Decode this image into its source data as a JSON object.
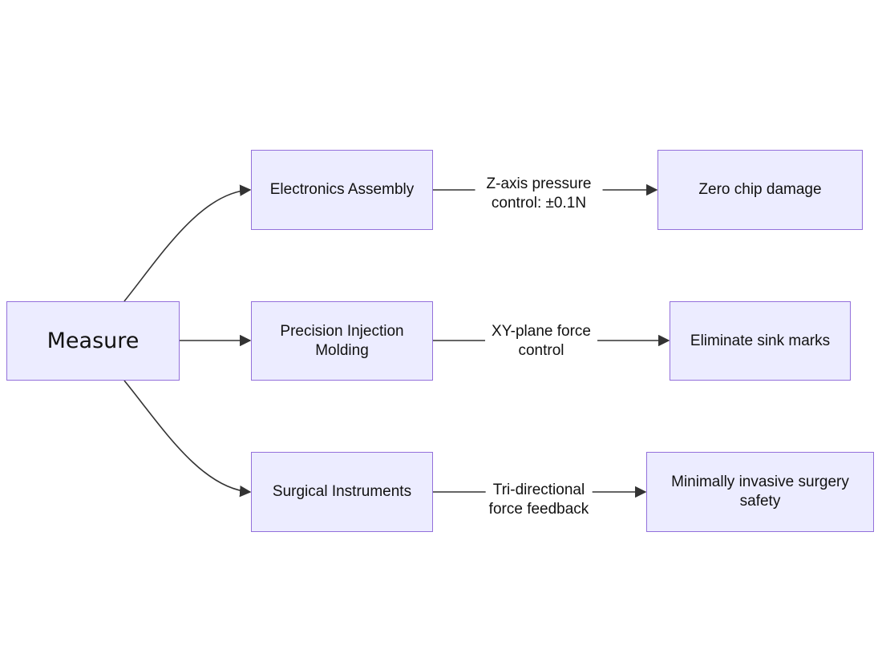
{
  "diagram": {
    "root": {
      "label": "Measure"
    },
    "applications": [
      {
        "label": "Electronics Assembly",
        "edge": [
          "Z-axis pressure",
          "control: ±0.1N"
        ],
        "result": "Zero chip damage"
      },
      {
        "label": [
          "Precision Injection",
          "Molding"
        ],
        "edge": [
          "XY-plane force",
          "control"
        ],
        "result": "Eliminate sink marks"
      },
      {
        "label": "Surgical Instruments",
        "edge": [
          "Tri-directional",
          "force feedback"
        ],
        "result": [
          "Minimally invasive surgery",
          "safety"
        ]
      }
    ],
    "colors": {
      "node_fill": "#ececff",
      "node_border": "#9370db",
      "edge": "#333333"
    }
  }
}
